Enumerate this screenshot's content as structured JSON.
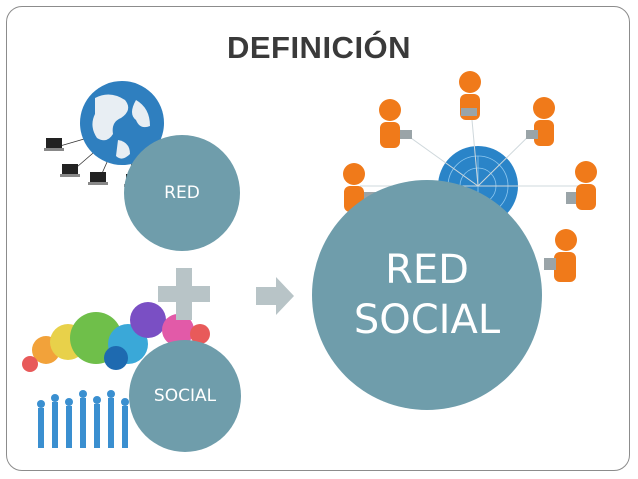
{
  "title": "DEFINICIÓN",
  "circles": {
    "red": "RED",
    "social": "SOCIAL",
    "result_line1": "RED",
    "result_line2": "SOCIAL"
  },
  "icons": [
    "globe-network-icon",
    "plus-icon",
    "arrow-right-icon",
    "speech-bubbles-people-icon",
    "people-network-icon"
  ],
  "colors": {
    "circle": "#6f9dab",
    "plus": "#b8c4c7",
    "arrow": "#b8c4c7",
    "figures": "#f07a1a"
  }
}
